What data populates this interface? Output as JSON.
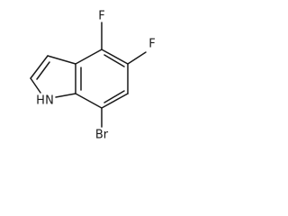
{
  "molecule": {
    "atoms": {
      "f_top": "F",
      "f_right": "F",
      "nh": "H",
      "n": "N",
      "br": "Br"
    }
  }
}
